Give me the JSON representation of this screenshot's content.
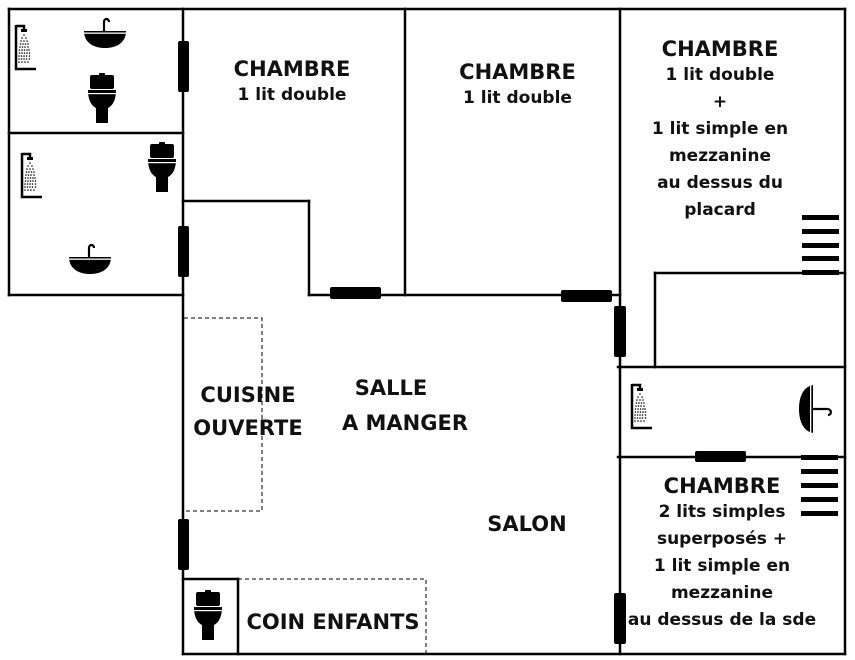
{
  "colors": {
    "wall": "#000000",
    "text": "#111111",
    "background": "#ffffff"
  },
  "rooms": {
    "bedroom_1": {
      "title": "CHAMBRE",
      "lines": [
        "1 lit double"
      ]
    },
    "bedroom_2": {
      "title": "CHAMBRE",
      "lines": [
        "1 lit double"
      ]
    },
    "bedroom_3": {
      "title": "CHAMBRE",
      "lines": [
        "1 lit double",
        "+",
        "1 lit simple en",
        "mezzanine",
        "au dessus du",
        "placard"
      ]
    },
    "bedroom_4": {
      "title": "CHAMBRE",
      "lines": [
        "2 lits simples",
        "superposés +",
        "1 lit simple en",
        "mezzanine",
        "au dessus de la sde"
      ]
    },
    "kitchen": {
      "lines": [
        "CUISINE",
        "OUVERTE"
      ]
    },
    "dining": {
      "lines": [
        "SALLE",
        "A MANGER"
      ]
    },
    "living": {
      "lines": [
        "SALON"
      ]
    },
    "kids_corner": {
      "lines": [
        "COIN ENFANTS"
      ]
    }
  },
  "icons": {
    "shower": "shower-icon",
    "sink": "sink-icon",
    "toilet": "toilet-icon",
    "door": "door-icon",
    "ladder": "ladder-icon"
  }
}
